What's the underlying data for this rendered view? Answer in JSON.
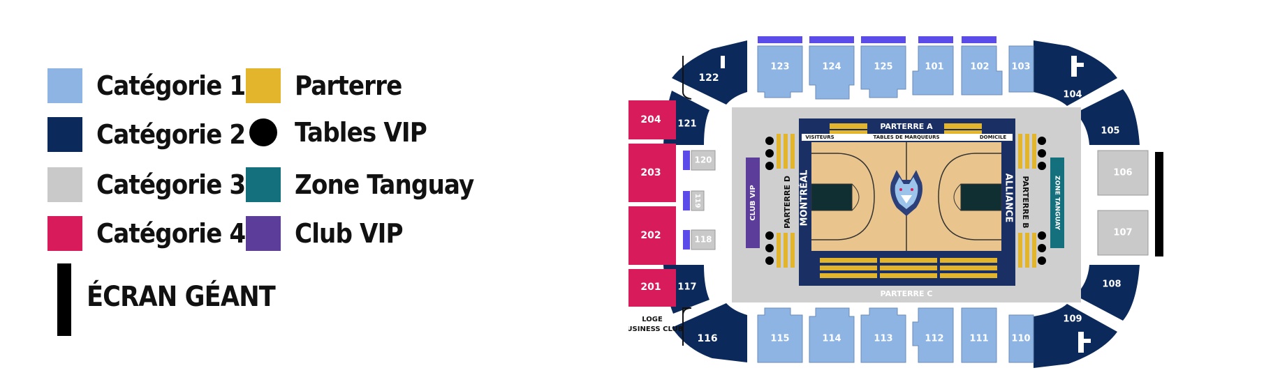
{
  "legend": {
    "items": [
      {
        "label": "Catégorie 1",
        "color": "#8db4e2"
      },
      {
        "label": "Catégorie 2",
        "color": "#0b2a5b"
      },
      {
        "label": "Catégorie 3",
        "color": "#c9c9c9"
      },
      {
        "label": "Catégorie 4",
        "color": "#d81b5a"
      },
      {
        "label": "Parterre",
        "color": "#e3b52c"
      },
      {
        "label": "Tables VIP",
        "color": "#000000"
      },
      {
        "label": "Zone Tanguay",
        "color": "#15707e"
      },
      {
        "label": "Club VIP",
        "color": "#5c3d99"
      }
    ],
    "screen_label": "ÉCRAN GÉANT"
  },
  "map": {
    "cat1_top": [
      "123",
      "124",
      "125",
      "101",
      "102",
      "103"
    ],
    "cat1_bottom": [
      "115",
      "114",
      "113",
      "112",
      "111",
      "110"
    ],
    "cat2": [
      "122",
      "121",
      "117",
      "116",
      "104",
      "105",
      "108",
      "109"
    ],
    "cat3": [
      "120",
      "119",
      "118",
      "106",
      "107"
    ],
    "cat4": [
      "204",
      "203",
      "202",
      "201"
    ],
    "loge_line1": "LOGE",
    "loge_line2": "BUSINESS CLUB",
    "club_vip": "CLUB VIP",
    "zone_tanguay": "ZONE TANGUAY",
    "parterre_a": "PARTERRE A",
    "parterre_b": "PARTERRE B",
    "parterre_c": "PARTERRE C",
    "parterre_d": "PARTERRE D",
    "visiteurs": "VISITEURS",
    "tables_marqueurs": "TABLES DE MARQUEURS",
    "domicile": "DOMICILE",
    "team_left": "MONTRÉAL",
    "team_right": "ALLIANCE",
    "colors": {
      "court": "#e9c48c",
      "court_border": "#1a2f63",
      "floor": "#cfcfcf",
      "accessible": "#5b4be8"
    }
  }
}
